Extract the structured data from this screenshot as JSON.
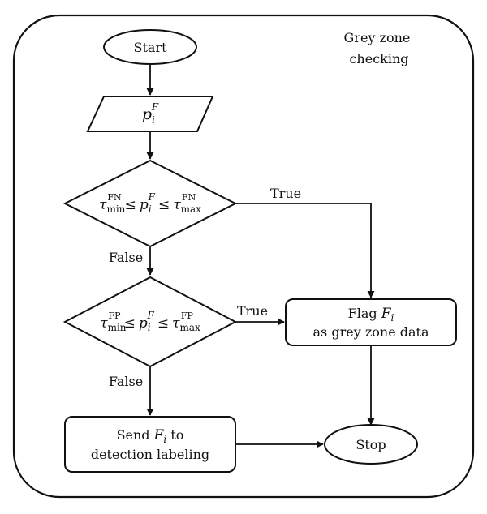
{
  "frame_label": [
    "Grey zone",
    "checking"
  ],
  "nodes": {
    "start": "Start",
    "input": {
      "base": "p",
      "sub": "i",
      "sup": "F"
    },
    "decision_fn": {
      "tau": "τ",
      "min": "min",
      "max": "max",
      "tag": "FN",
      "p": "p",
      "p_sub": "i",
      "p_sup": "F",
      "leq": "≤"
    },
    "decision_fp": {
      "tau": "τ",
      "min": "min",
      "max": "max",
      "tag": "FP",
      "p": "p",
      "p_sub": "i",
      "p_sup": "F",
      "leq": "≤"
    },
    "flag": {
      "pre": "Flag ",
      "var": "F",
      "var_sub": "i",
      "line2": "as grey zone data"
    },
    "send": {
      "pre": "Send ",
      "var": "F",
      "var_sub": "i",
      "post": " to",
      "line2": "detection labeling"
    },
    "stop": "Stop"
  },
  "edges": {
    "fn_true": "True",
    "fn_false": "False",
    "fp_true": "True",
    "fp_false": "False"
  }
}
